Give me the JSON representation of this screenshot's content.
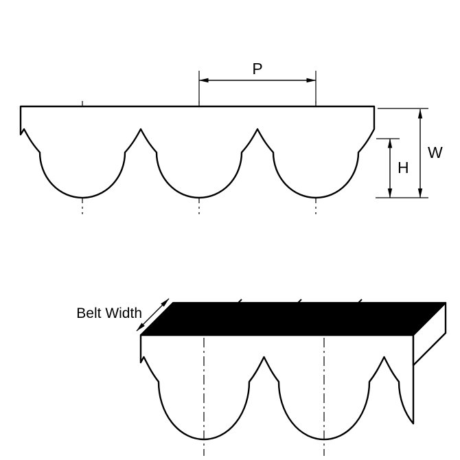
{
  "labels": {
    "pitch": "P",
    "belt_height": "W",
    "tooth_height": "H",
    "belt_width": "Belt Width"
  },
  "colors": {
    "line": "#000000",
    "belt_back_fill": "#000000",
    "belt_body_fill": "#ffffff",
    "background": "#ffffff"
  }
}
